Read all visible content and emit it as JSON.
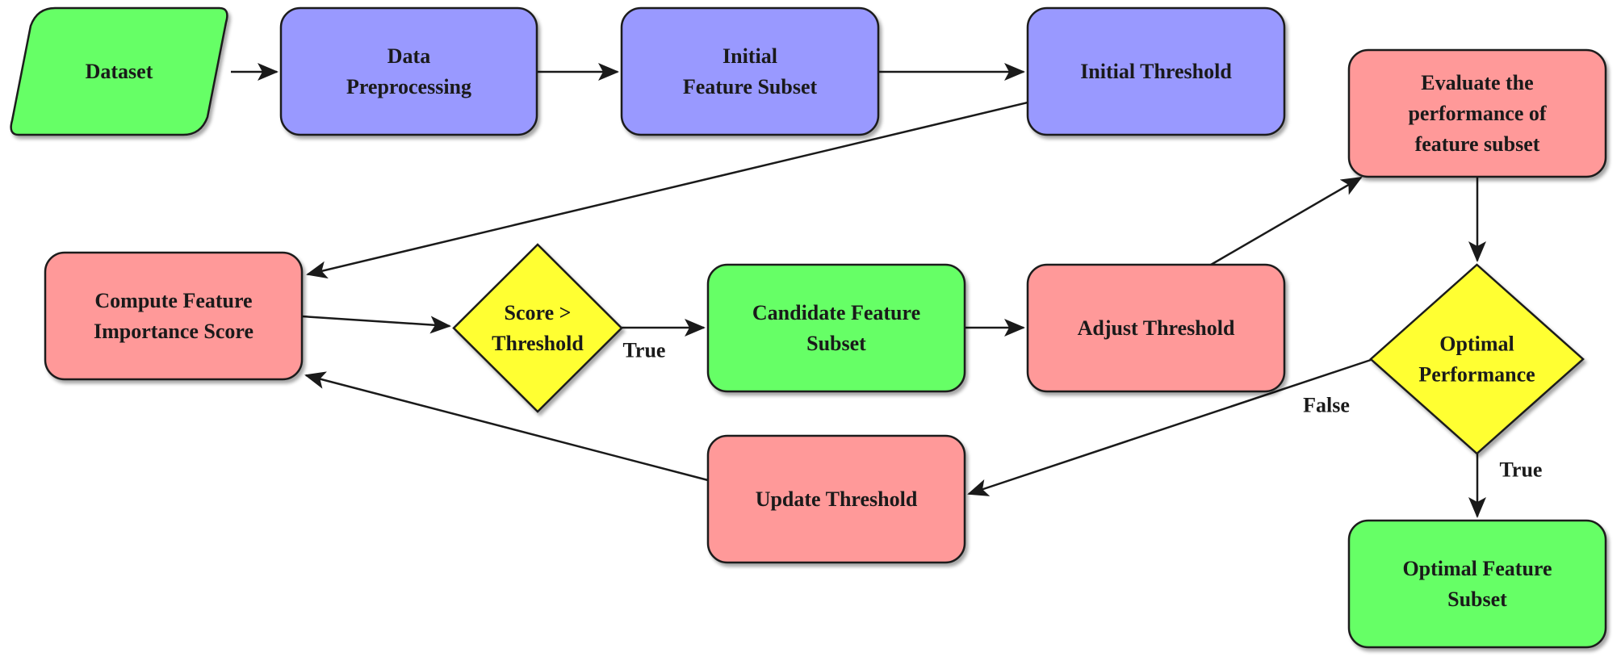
{
  "colors": {
    "green": "#66ff66",
    "blue": "#9999ff",
    "red": "#ff9999",
    "yellow": "#ffff33",
    "stroke": "#1a1a1a"
  },
  "nodes": {
    "dataset": {
      "lines": [
        "Dataset"
      ],
      "color": "green",
      "shape": "parallelogram"
    },
    "preprocessing": {
      "lines": [
        "Data",
        "Preprocessing"
      ],
      "color": "blue",
      "shape": "rounded-rect"
    },
    "initial_subset": {
      "lines": [
        "Initial",
        "Feature Subset"
      ],
      "color": "blue",
      "shape": "rounded-rect"
    },
    "initial_threshold": {
      "lines": [
        "Initial Threshold"
      ],
      "color": "blue",
      "shape": "rounded-rect"
    },
    "evaluate": {
      "lines": [
        "Evaluate the",
        "performance of",
        "feature subset"
      ],
      "color": "red",
      "shape": "rounded-rect"
    },
    "compute_score": {
      "lines": [
        "Compute Feature",
        "Importance Score"
      ],
      "color": "red",
      "shape": "rounded-rect"
    },
    "score_decision": {
      "lines": [
        "Score >",
        "Threshold"
      ],
      "color": "yellow",
      "shape": "diamond"
    },
    "candidate_subset": {
      "lines": [
        "Candidate Feature",
        "Subset"
      ],
      "color": "green",
      "shape": "rounded-rect"
    },
    "adjust_threshold": {
      "lines": [
        "Adjust Threshold"
      ],
      "color": "red",
      "shape": "rounded-rect"
    },
    "optimal_decision": {
      "lines": [
        "Optimal",
        "Performance"
      ],
      "color": "yellow",
      "shape": "diamond"
    },
    "update_threshold": {
      "lines": [
        "Update Threshold"
      ],
      "color": "red",
      "shape": "rounded-rect"
    },
    "optimal_subset": {
      "lines": [
        "Optimal Feature",
        "Subset"
      ],
      "color": "green",
      "shape": "rounded-rect"
    }
  },
  "edges": [
    {
      "from": "dataset",
      "to": "preprocessing",
      "label": ""
    },
    {
      "from": "preprocessing",
      "to": "initial_subset",
      "label": ""
    },
    {
      "from": "initial_subset",
      "to": "initial_threshold",
      "label": ""
    },
    {
      "from": "initial_threshold",
      "to": "compute_score",
      "label": ""
    },
    {
      "from": "compute_score",
      "to": "score_decision",
      "label": ""
    },
    {
      "from": "score_decision",
      "to": "candidate_subset",
      "label": "True"
    },
    {
      "from": "candidate_subset",
      "to": "adjust_threshold",
      "label": ""
    },
    {
      "from": "adjust_threshold",
      "to": "evaluate",
      "label": ""
    },
    {
      "from": "evaluate",
      "to": "optimal_decision",
      "label": ""
    },
    {
      "from": "optimal_decision",
      "to": "update_threshold",
      "label": "False"
    },
    {
      "from": "optimal_decision",
      "to": "optimal_subset",
      "label": "True"
    },
    {
      "from": "update_threshold",
      "to": "compute_score",
      "label": ""
    }
  ]
}
